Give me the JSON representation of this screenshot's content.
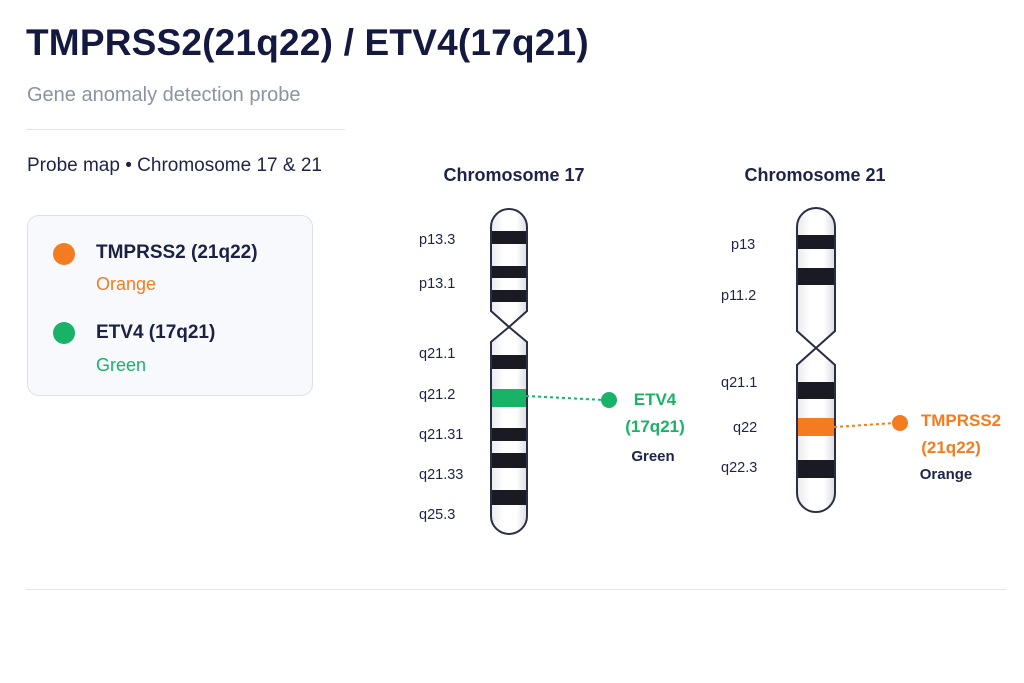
{
  "header": {
    "title": "TMPRSS2(21q22) / ETV4(17q21)",
    "subtitle": "Gene anomaly detection probe"
  },
  "section": {
    "label": "Probe map • Chromosome 17 & 21"
  },
  "legend": {
    "items": [
      {
        "name": "TMPRSS2 (21q22)",
        "color_name": "Orange",
        "color": "#f47c20"
      },
      {
        "name": "ETV4 (17q21)",
        "color_name": "Green",
        "color": "#19b368"
      }
    ]
  },
  "chromosomes": [
    {
      "title": "Chromosome 17",
      "band_labels": [
        "p13.3",
        "p13.1",
        "q21.1",
        "q21.2",
        "q21.31",
        "q21.33",
        "q25.3"
      ],
      "probe": {
        "gene": "ETV4",
        "locus": "(17q21)",
        "color_name": "Green",
        "color": "#19b368"
      }
    },
    {
      "title": "Chromosome 21",
      "band_labels": [
        "p13",
        "p11.2",
        "q21.1",
        "q22",
        "q22.3"
      ],
      "probe": {
        "gene": "TMPRSS2",
        "locus": "(21q22)",
        "color_name": "Orange",
        "color": "#f47c20"
      }
    }
  ]
}
